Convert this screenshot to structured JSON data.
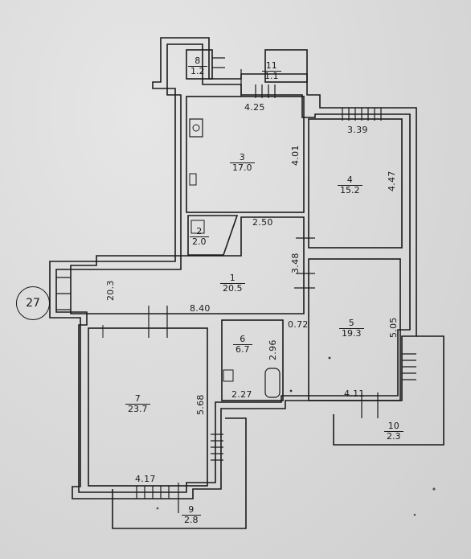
{
  "rooms": [
    {
      "id": "1",
      "area": "20.5"
    },
    {
      "id": "2",
      "area": "2.0"
    },
    {
      "id": "3",
      "area": "17.0"
    },
    {
      "id": "4",
      "area": "15.2"
    },
    {
      "id": "5",
      "area": "19.3"
    },
    {
      "id": "6",
      "area": "6.7"
    },
    {
      "id": "7",
      "area": "23.7"
    },
    {
      "id": "8",
      "area": "1.2"
    },
    {
      "id": "9",
      "area": "2.8"
    },
    {
      "id": "10",
      "area": "2.3"
    },
    {
      "id": "11",
      "area": "1.1"
    }
  ],
  "dimensions": {
    "d425": "4.25",
    "d401": "4.01",
    "d339": "3.39",
    "d447": "4.47",
    "d250": "2.50",
    "d348": "3.48",
    "d203": "20.3",
    "d840": "8.40",
    "d072": "0.72",
    "d505": "5.05",
    "d296": "2.96",
    "d227": "2.27",
    "d411": "4.11",
    "d568": "5.68",
    "d417": "4.17"
  },
  "badge": "27"
}
